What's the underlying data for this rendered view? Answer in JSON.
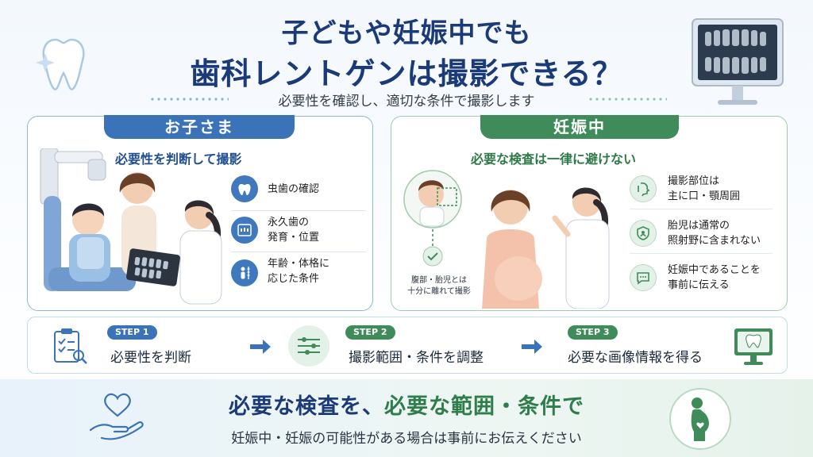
{
  "header": {
    "title_line1": "子どもや妊娠中でも",
    "title_line2": "歯科レントゲンは撮影できる？",
    "subtitle": "必要性を確認し、適切な条件で撮影します"
  },
  "children_panel": {
    "tab_label": "お子さま",
    "heading": "必要性を判断して撮影",
    "features": [
      {
        "icon": "tooth-sparkle-icon",
        "text": "虫歯の確認"
      },
      {
        "icon": "teeth-xray-icon",
        "text": "永久歯の\n発育・位置"
      },
      {
        "icon": "child-height-icon",
        "text": "年齢・体格に\n応じた条件"
      }
    ]
  },
  "pregnancy_panel": {
    "tab_label": "妊娠中",
    "heading": "必要な検査は一律に避けない",
    "caption": "腹部・胎児とは\n十分に離れて撮影",
    "features": [
      {
        "icon": "face-profile-icon",
        "text": "撮影部位は\n主に口・顎周囲"
      },
      {
        "icon": "baby-shield-icon",
        "text": "胎児は通常の\n照射野に含まれない"
      },
      {
        "icon": "chat-bubble-icon",
        "text": "妊娠中であることを\n事前に伝える"
      }
    ]
  },
  "steps": [
    {
      "badge": "STEP 1",
      "text": "必要性を判断",
      "icon": "checklist-icon",
      "color": "#3a73b8"
    },
    {
      "badge": "STEP 2",
      "text": "撮影範囲・条件を調整",
      "icon": "sliders-icon",
      "color": "#3f8c5a"
    },
    {
      "badge": "STEP 3",
      "text": "必要な画像情報を得る",
      "icon": "monitor-tooth-icon",
      "color": "#3f8c5a"
    }
  ],
  "footer": {
    "main_part1": "必要な検査を、",
    "main_part2": "必要な範囲・条件で",
    "sub": "妊娠中・妊娠の可能性がある場合は事前にお伝えください"
  },
  "colors": {
    "navy": "#1b3a78",
    "blue": "#3a73b8",
    "green": "#3f8c5a"
  }
}
